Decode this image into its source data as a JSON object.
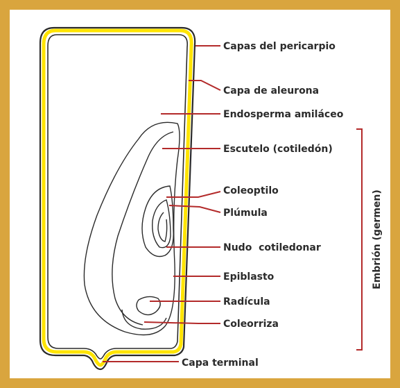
{
  "colors": {
    "frame": "#d9a53e",
    "pericarp": "#ffe400",
    "leader": "#b32a2a",
    "text": "#2b2b2b"
  },
  "labels": {
    "pericarpio": "Capas del pericarpio",
    "aleurona": "Capa de aleurona",
    "endosperma": "Endosperma amiláceo",
    "escutelo": "Escutelo (cotiledón)",
    "coleoptilo": "Coleoptilo",
    "plumula": "Plúmula",
    "nudo": "Nudo  cotiledonar",
    "epiblasto": "Epiblasto",
    "radicula": "Radícula",
    "coleorriza": "Coleorriza",
    "terminal": "Capa terminal"
  },
  "bracket_label": "Embrión (germen)"
}
